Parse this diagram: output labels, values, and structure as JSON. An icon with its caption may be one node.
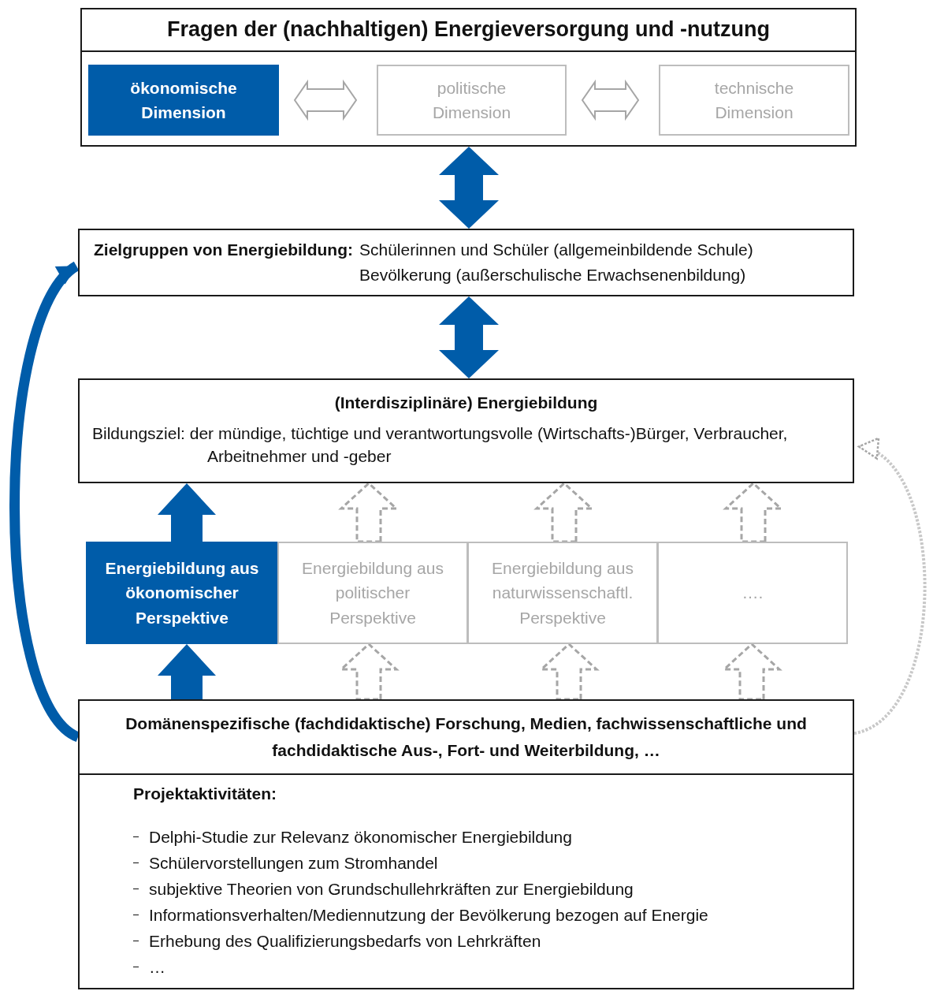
{
  "diagram": {
    "nodes": [
      {
        "text": [
          "Fragen der (nachhaltigen) Energieversorgung und -nutzung"
        ]
      },
      {
        "text": [
          "ökonomische Dimension"
        ],
        "in": 0
      },
      {
        "text": [
          "politische Dimension"
        ],
        "in": 0
      },
      {
        "text": [
          "technische Dimension"
        ],
        "in": 0
      },
      {
        "text": [
          "Zielgruppen von Energiebildung:",
          "Schülerinnen und Schüler (allgemeinbildende Schule)",
          "Bevölkerung (außerschulische Erwachsenenbildung)"
        ]
      },
      {
        "text": [
          "(Interdisziplinäre) Energiebildung",
          "Bildungsziel: der mündige, tüchtige und verantwortungsvolle (Wirtschafts-)Bürger, Verbraucher, Arbeitnehmer und -geber"
        ]
      },
      {
        "text": [
          "Energiebildung aus ökonomischer Perspektive"
        ]
      },
      {
        "text": [
          "Energiebildung aus politischer Perspektive"
        ]
      },
      {
        "text": [
          "Energiebildung aus naturwissenschaftl. Perspektive"
        ]
      },
      {
        "text": [
          "…."
        ]
      },
      {
        "text": [
          "Domänenspezifische (fachdidaktische) Forschung, Medien, fachwissenschaftliche und fachdidaktische Aus-, Fort- und Weiterbildung, …"
        ]
      },
      {
        "text": [
          "Projektaktivitäten:",
          "Delphi-Studie zur Relevanz ökonomischer Energiebildung",
          "Schülervorstellungen zum Stromhandel",
          "subjektive Theorien von Grundschullehrkräften zur Energiebildung",
          "Informationsverhalten/Mediennutzung der Bevölkerung bezogen auf Energie",
          "Erhebung des Qualifizierungsbedarfs von Lehrkräften",
          "…"
        ]
      }
    ],
    "edges": [
      {
        "from": 1,
        "to": 2,
        "arrow": "both"
      },
      {
        "from": 2,
        "to": 3,
        "arrow": "both"
      },
      {
        "from": 0,
        "to": 4,
        "arrow": "both",
        "style": "thick",
        "color": "#005ca9"
      },
      {
        "from": 4,
        "to": 5,
        "arrow": "both",
        "style": "thick",
        "color": "#005ca9"
      },
      {
        "from": 6,
        "to": 5,
        "arrow": "to",
        "style": "thick",
        "color": "#005ca9"
      },
      {
        "from": 7,
        "to": 5,
        "arrow": "to",
        "style": "dashed"
      },
      {
        "from": 8,
        "to": 5,
        "arrow": "to",
        "style": "dashed"
      },
      {
        "from": 9,
        "to": 5,
        "arrow": "to",
        "style": "dashed"
      },
      {
        "from": 10,
        "to": 6,
        "arrow": "to",
        "style": "thick",
        "color": "#005ca9"
      },
      {
        "from": 10,
        "to": 7,
        "arrow": "to",
        "style": "dashed"
      },
      {
        "from": 10,
        "to": 8,
        "arrow": "to",
        "style": "dashed"
      },
      {
        "from": 10,
        "to": 9,
        "arrow": "to",
        "style": "dashed"
      },
      {
        "from": 10,
        "to": 4,
        "arrow": "to",
        "style": "thick",
        "color": "#005ca9"
      },
      {
        "from": 10,
        "to": 5,
        "arrow": "to",
        "style": "dashed",
        "color": "#c8c8c8"
      }
    ]
  }
}
